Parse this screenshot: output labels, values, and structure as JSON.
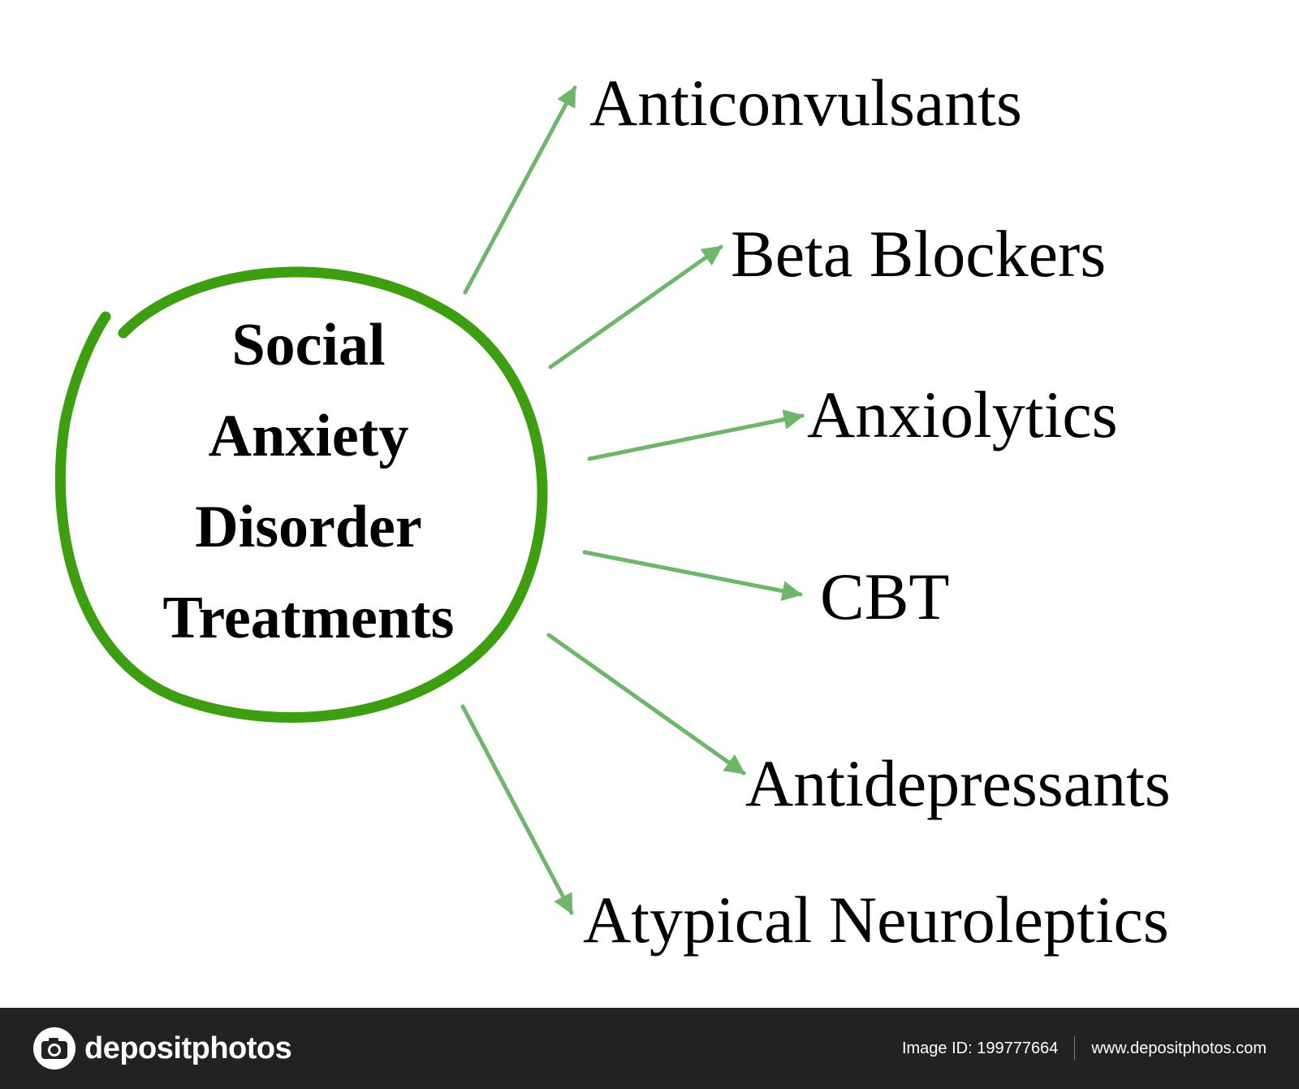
{
  "center": {
    "lines": [
      "Social",
      "Anxiety",
      "Disorder",
      "Treatments"
    ]
  },
  "treatments": [
    {
      "label": "Anticonvulsants"
    },
    {
      "label": "Beta Blockers"
    },
    {
      "label": "Anxiolytics"
    },
    {
      "label": "CBT"
    },
    {
      "label": "Antidepressants"
    },
    {
      "label": "Atypical Neuroleptics"
    }
  ],
  "colors": {
    "circle": "#3e9e12",
    "arrow": "#6db66a",
    "footer_bg": "#222222"
  },
  "footer": {
    "brand": "depositphotos",
    "image_id": "Image ID: 199777664",
    "website": "www.depositphotos.com"
  },
  "icons": {
    "brand": "camera-icon"
  }
}
